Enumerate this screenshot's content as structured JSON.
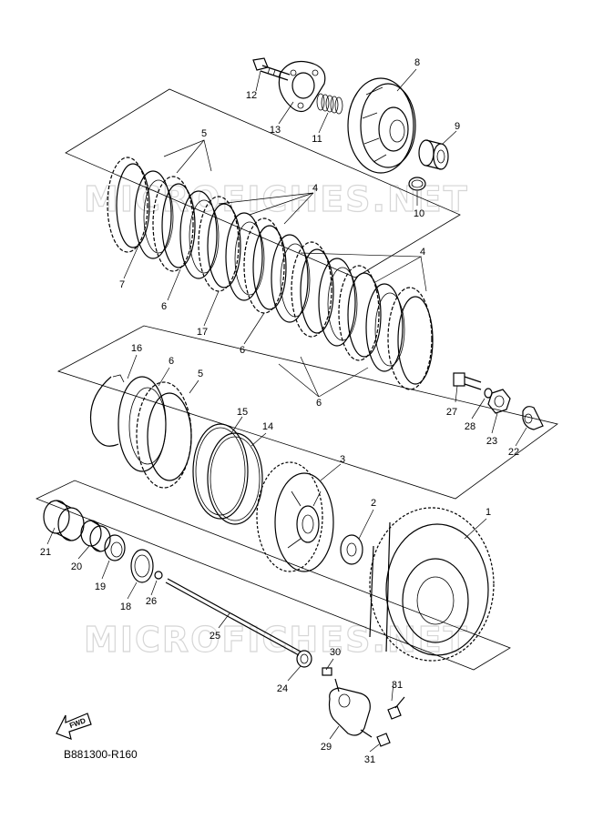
{
  "diagram": {
    "reference_code": "B881300-R160",
    "watermark": "MICROFICHES.NET",
    "fwd_label": "FWD",
    "callouts": [
      {
        "id": "c12",
        "text": "12"
      },
      {
        "id": "c13",
        "text": "13"
      },
      {
        "id": "c11",
        "text": "11"
      },
      {
        "id": "c8",
        "text": "8"
      },
      {
        "id": "c9",
        "text": "9"
      },
      {
        "id": "c10",
        "text": "10"
      },
      {
        "id": "c5a",
        "text": "5"
      },
      {
        "id": "c4a",
        "text": "4"
      },
      {
        "id": "c4b",
        "text": "4"
      },
      {
        "id": "c7",
        "text": "7"
      },
      {
        "id": "c6a",
        "text": "6"
      },
      {
        "id": "c17",
        "text": "17"
      },
      {
        "id": "c6b",
        "text": "6"
      },
      {
        "id": "c6c",
        "text": "6"
      },
      {
        "id": "c16",
        "text": "16"
      },
      {
        "id": "c6d",
        "text": "6"
      },
      {
        "id": "c5b",
        "text": "5"
      },
      {
        "id": "c27",
        "text": "27"
      },
      {
        "id": "c28",
        "text": "28"
      },
      {
        "id": "c23",
        "text": "23"
      },
      {
        "id": "c22",
        "text": "22"
      },
      {
        "id": "c15",
        "text": "15"
      },
      {
        "id": "c14",
        "text": "14"
      },
      {
        "id": "c3",
        "text": "3"
      },
      {
        "id": "c2",
        "text": "2"
      },
      {
        "id": "c1",
        "text": "1"
      },
      {
        "id": "c21",
        "text": "21"
      },
      {
        "id": "c20",
        "text": "20"
      },
      {
        "id": "c19",
        "text": "19"
      },
      {
        "id": "c18",
        "text": "18"
      },
      {
        "id": "c26",
        "text": "26"
      },
      {
        "id": "c25",
        "text": "25"
      },
      {
        "id": "c30",
        "text": "30"
      },
      {
        "id": "c24",
        "text": "24"
      },
      {
        "id": "c31a",
        "text": "31"
      },
      {
        "id": "c29",
        "text": "29"
      },
      {
        "id": "c31b",
        "text": "31"
      }
    ]
  }
}
